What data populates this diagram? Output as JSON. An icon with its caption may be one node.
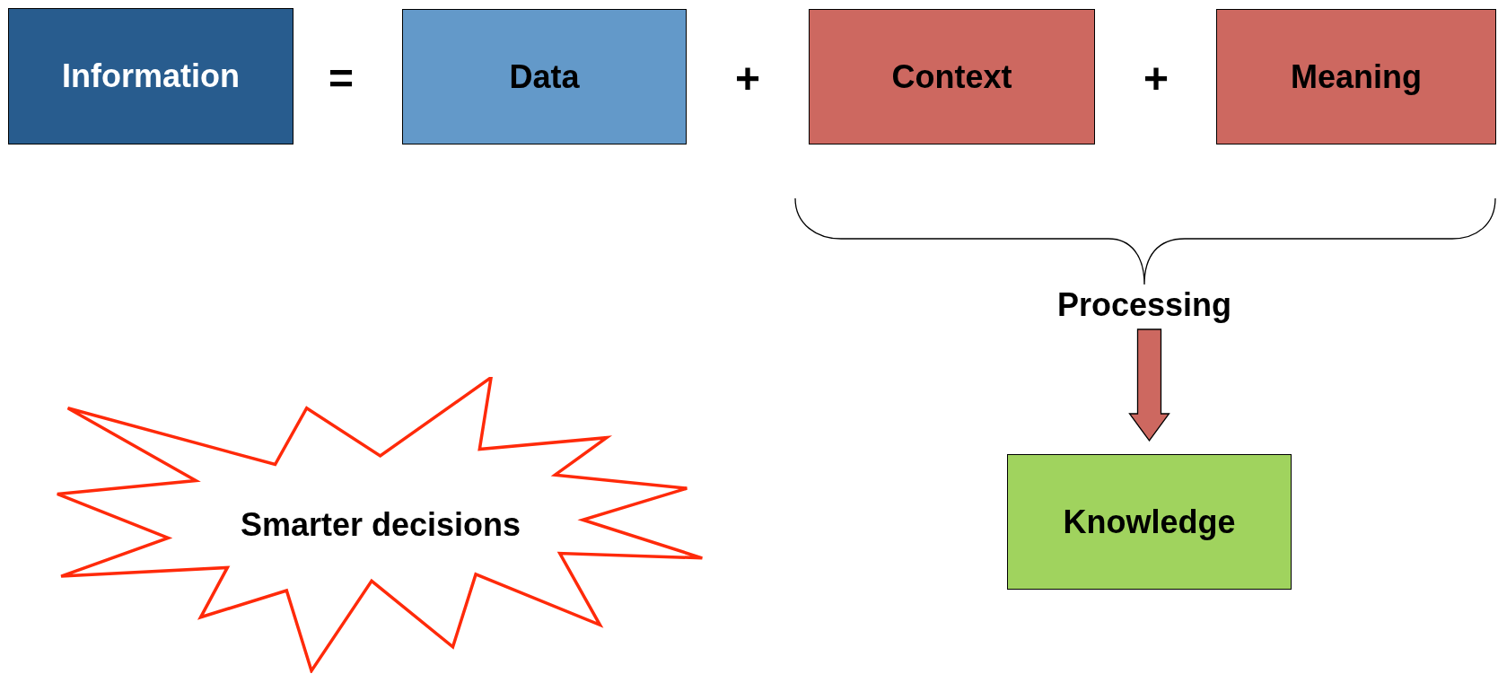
{
  "diagram": {
    "nodes": [
      {
        "text": [
          "Information"
        ]
      },
      {
        "text": [
          "Data"
        ]
      },
      {
        "text": [
          "Context"
        ]
      },
      {
        "text": [
          "Meaning"
        ]
      },
      {
        "text": [
          "Processing"
        ]
      },
      {
        "text": [
          "Knowledge"
        ]
      },
      {
        "text": [
          "Smarter decisions"
        ]
      }
    ],
    "edges": [
      {
        "from": 4,
        "to": 5,
        "arrow": "to",
        "style": "thick"
      }
    ],
    "labels": [
      "=",
      "+",
      "+"
    ]
  }
}
